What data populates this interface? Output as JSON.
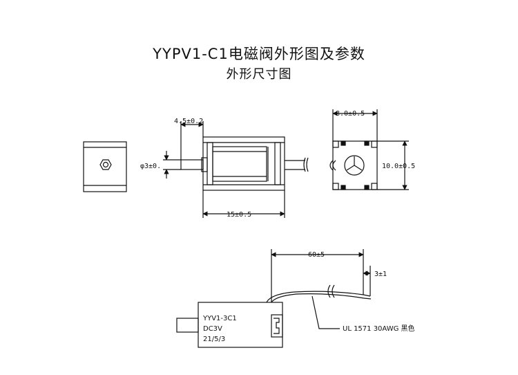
{
  "title": "YYPV1-C1电磁阀外形图及参数",
  "subtitle": "外形尺寸图",
  "dimensions": {
    "stroke_width": "4.5±0.2",
    "body_length": "15±0.5",
    "shaft_diameter": "φ3±0.",
    "width": "8.0±0.5",
    "height": "10.0±0.5",
    "wire_length": "60±5",
    "strip_length": "3±1"
  },
  "label": {
    "line1": "YYV1-3C1",
    "line2": "DC3V",
    "line3": "21/5/3"
  },
  "wire_spec": "UL 1571 30AWG 黑色",
  "colors": {
    "line": "#111111",
    "background": "#ffffff"
  }
}
